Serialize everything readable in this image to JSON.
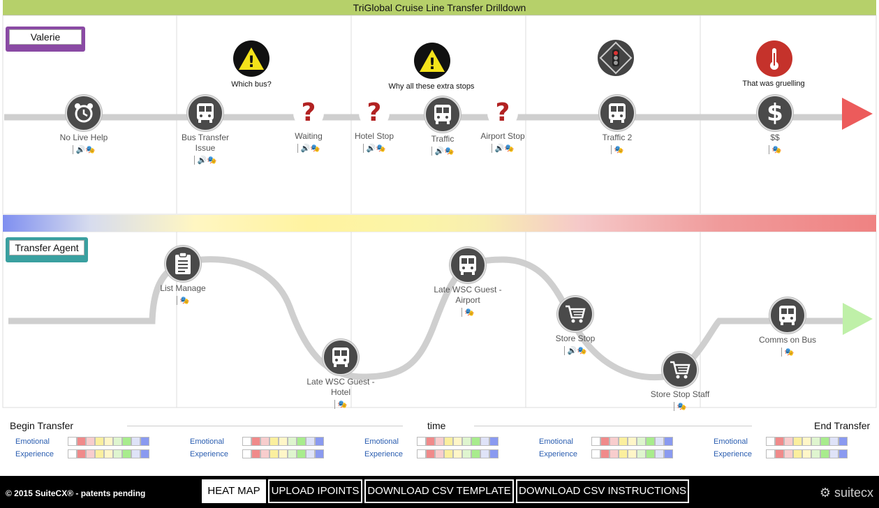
{
  "title": "TriGlobal Cruise Line Transfer Drilldown",
  "lanes": {
    "customer": {
      "label": "Valerie",
      "color": "#8a4aa4"
    },
    "agent": {
      "label": "Transfer Agent",
      "color": "#3aa0a0"
    }
  },
  "customer_nodes": [
    {
      "label": "No Live Help",
      "icon": "alarm-clock-icon",
      "badges": "🔊🎭"
    },
    {
      "label": "Bus Transfer Issue",
      "icon": "bus-icon",
      "badges": "🔊🎭"
    },
    {
      "label": "Waiting",
      "icon": "question-mark-icon",
      "badges": "🔊🎭"
    },
    {
      "label": "Hotel Stop",
      "icon": "question-mark-icon",
      "badges": "🔊🎭"
    },
    {
      "label": "Traffic",
      "icon": "bus-icon",
      "badges": "🔊🎭"
    },
    {
      "label": "Airport Stop",
      "icon": "question-mark-icon",
      "badges": "🔊🎭"
    },
    {
      "label": "Traffic 2",
      "icon": "bus-icon",
      "badges": "🎭"
    },
    {
      "label": "$$",
      "icon": "dollar-icon",
      "badges": "🎭"
    }
  ],
  "notes": [
    {
      "text": "Which bus?",
      "icon": "warning-icon"
    },
    {
      "text": "Why all these extra stops",
      "icon": "warning-icon"
    },
    {
      "text": "",
      "icon": "traffic-light-icon"
    },
    {
      "text": "That was gruelling",
      "icon": "thermometer-icon"
    }
  ],
  "agent_nodes": [
    {
      "label": "List Manage",
      "icon": "clipboard-icon",
      "badges": "🎭"
    },
    {
      "label": "Late WSC Guest - Hotel",
      "icon": "bus-icon",
      "badges": "🎭"
    },
    {
      "label": "Late WSC Guest - Airport",
      "icon": "bus-icon",
      "badges": "🎭"
    },
    {
      "label": "Store Stop",
      "icon": "cart-icon",
      "badges": "🔊🎭"
    },
    {
      "label": "Store Stop Staff",
      "icon": "cart-icon",
      "badges": "🎭"
    },
    {
      "label": "Comms on Bus",
      "icon": "bus-icon",
      "badges": "🎭"
    }
  ],
  "timeline": {
    "begin": "Begin Transfer",
    "middle": "time",
    "end": "End Transfer"
  },
  "metrics": {
    "emotional": "Emotional",
    "experience": "Experience"
  },
  "footer": {
    "copyright": "© 2015 SuiteCX® - patents pending",
    "buttons": [
      "HEAT MAP",
      "UPLOAD IPOINTS",
      "DOWNLOAD CSV TEMPLATE",
      "DOWNLOAD CSV INSTRUCTIONS"
    ],
    "logo": "suitecx"
  }
}
